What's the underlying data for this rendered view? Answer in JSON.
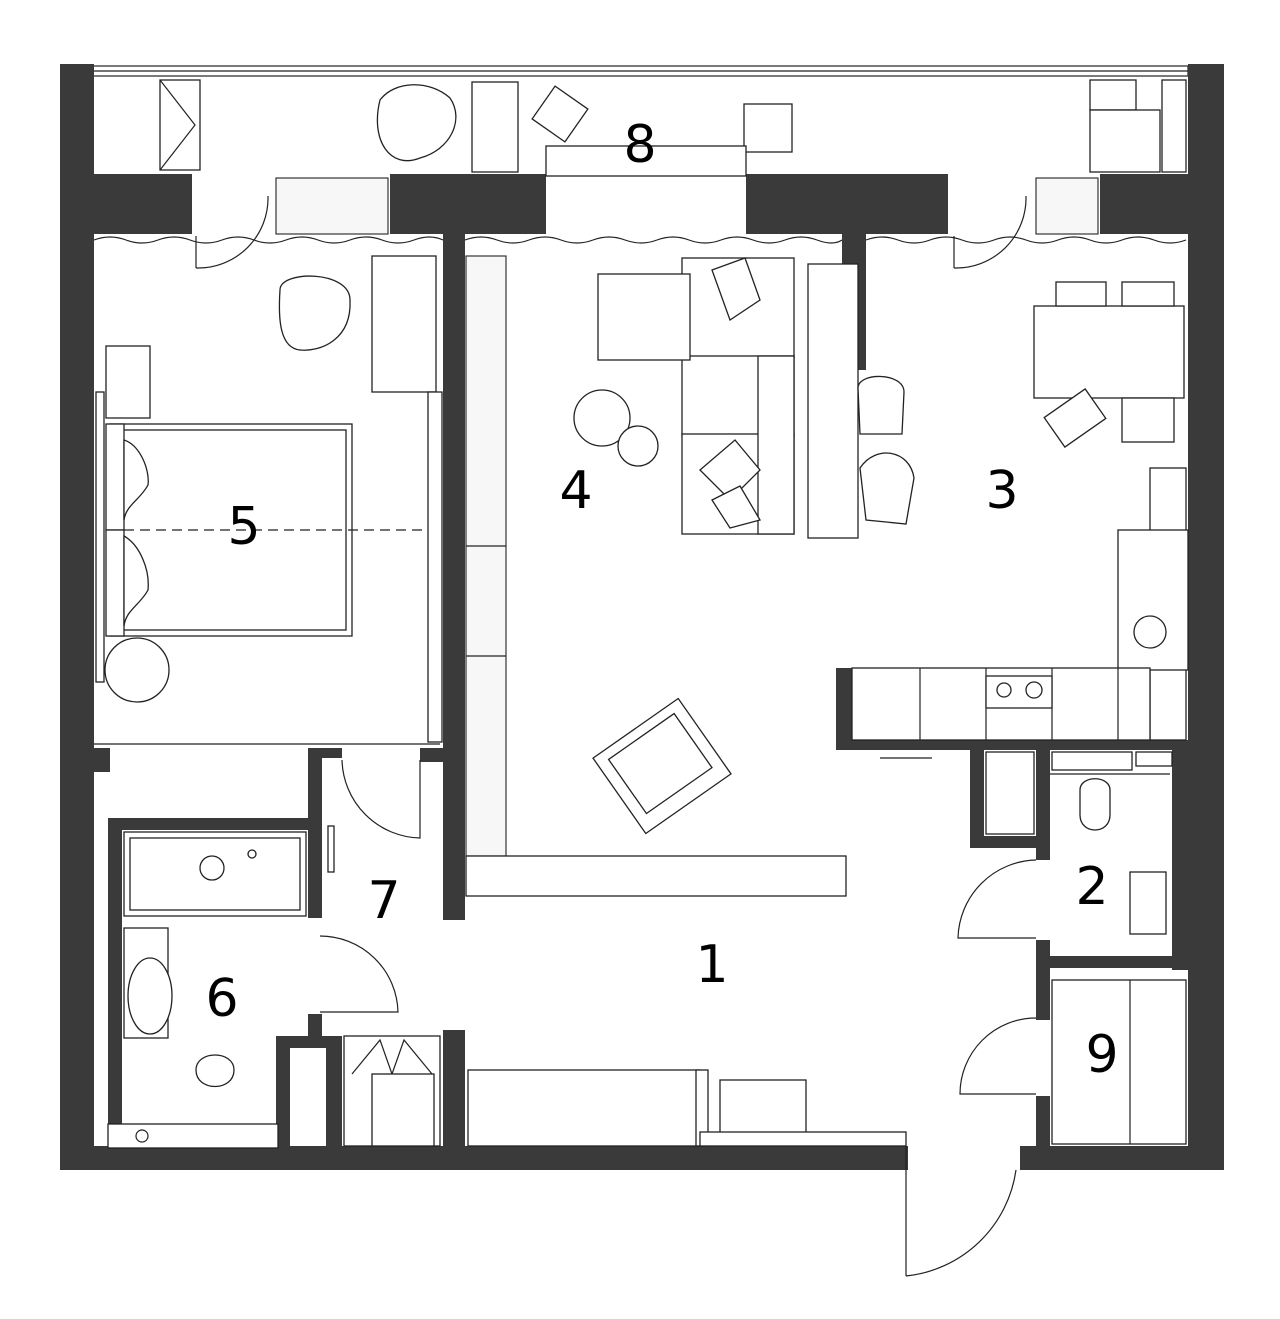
{
  "plan": {
    "rooms": [
      {
        "id": "room-1",
        "label": "1"
      },
      {
        "id": "room-2",
        "label": "2"
      },
      {
        "id": "room-3",
        "label": "3"
      },
      {
        "id": "room-4",
        "label": "4"
      },
      {
        "id": "room-5",
        "label": "5"
      },
      {
        "id": "room-6",
        "label": "6"
      },
      {
        "id": "room-7",
        "label": "7"
      },
      {
        "id": "room-8",
        "label": "8"
      },
      {
        "id": "room-9",
        "label": "9"
      }
    ],
    "colors": {
      "wall": "#3a3a3a",
      "line": "#222222",
      "background": "#ffffff"
    }
  }
}
